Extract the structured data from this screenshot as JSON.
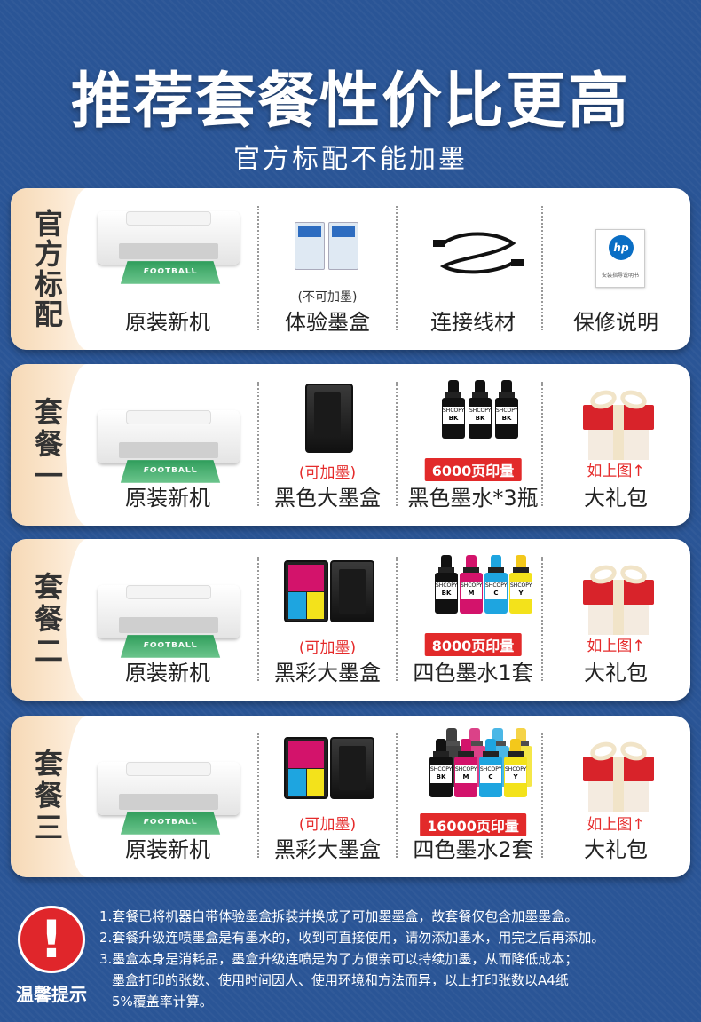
{
  "header": {
    "title": "推荐套餐性价比更高",
    "subtitle": "官方标配不能加墨"
  },
  "rows": [
    {
      "label": "官方标配",
      "items": [
        {
          "name": "原装新机",
          "paper_text": "FOOTBALL"
        },
        {
          "name": "体验墨盒",
          "note": "(不可加墨)"
        },
        {
          "name": "连接线材"
        },
        {
          "name": "保修说明",
          "logo": "hp",
          "doc_text": "安装指导说明书"
        }
      ]
    },
    {
      "label": "套餐一",
      "items": [
        {
          "name": "原装新机",
          "paper_text": "FOOTBALL"
        },
        {
          "name": "黑色大墨盒",
          "note": "(可加墨)"
        },
        {
          "name": "黑色墨水*3瓶",
          "badge": "6000页印量",
          "bottle_brand": "SHCOPY",
          "bottle_labels": [
            "BK",
            "BK",
            "BK"
          ]
        },
        {
          "name": "大礼包",
          "note": "如上图↑"
        }
      ]
    },
    {
      "label": "套餐二",
      "items": [
        {
          "name": "原装新机",
          "paper_text": "FOOTBALL"
        },
        {
          "name": "黑彩大墨盒",
          "note": "(可加墨)"
        },
        {
          "name": "四色墨水1套",
          "badge": "8000页印量",
          "bottle_brand": "SHCOPY",
          "bottle_labels": [
            "BK",
            "M",
            "C",
            "Y"
          ]
        },
        {
          "name": "大礼包",
          "note": "如上图↑"
        }
      ]
    },
    {
      "label": "套餐三",
      "items": [
        {
          "name": "原装新机",
          "paper_text": "FOOTBALL"
        },
        {
          "name": "黑彩大墨盒",
          "note": "(可加墨)"
        },
        {
          "name": "四色墨水2套",
          "badge": "16000页印量",
          "bottle_brand": "SHCOPY",
          "bottle_labels": [
            "BK",
            "M",
            "C",
            "Y"
          ]
        },
        {
          "name": "大礼包",
          "note": "如上图↑"
        }
      ]
    }
  ],
  "warning": {
    "label": "温馨提示",
    "icon": "exclamation-icon",
    "tips": [
      "1.套餐已将机器自带体验墨盒拆装并换成了可加墨墨盒，故套餐仅包含加墨墨盒。",
      "2.套餐升级连喷墨盒是有墨水的，收到可直接使用，请勿添加墨水，用完之后再添加。",
      "3.墨盒本身是消耗品，墨盒升级连喷是为了方便亲可以持续加墨，从而降低成本；",
      "墨盒打印的张数、使用时间因人、使用环境和方法而异，以上打印张数以A4纸",
      "5%覆盖率计算。"
    ]
  },
  "colors": {
    "background": "#2a5596",
    "accent_red": "#e22a2a",
    "tab_bg": "#f6d9b6"
  }
}
